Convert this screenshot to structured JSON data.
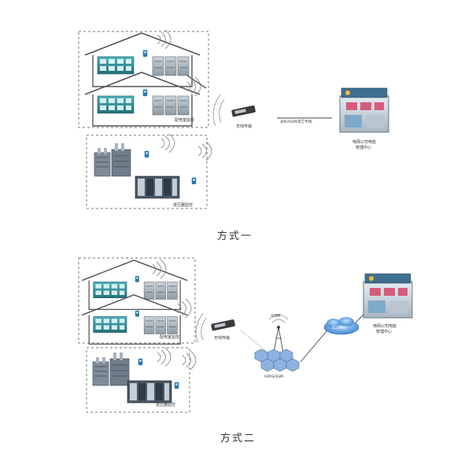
{
  "diagram_1": {
    "caption": "方式一",
    "distribution_room_label": "配电室监控",
    "substation_label": "变压器监控",
    "gateway_label": "无线传输",
    "link_label": "光纤/GSM/其它专线",
    "center_label_line1": "电网公司电能",
    "center_label_line2": "管理中心"
  },
  "diagram_2": {
    "caption": "方式二",
    "distribution_room_label": "配电室监控",
    "substation_label": "变压器监控",
    "gateway_label": "无线传输",
    "tower_label": "GSM",
    "network_label": "GPRS/GSM",
    "cloud_label": "INTERNET",
    "center_label_line1": "电网公司电能",
    "center_label_line2": "管理中心"
  },
  "colors": {
    "roof": "#6b6b6b",
    "panel_teal": "#2f8f9a",
    "panel_gray": "#9aa4ad",
    "dashed_border": "#777777",
    "building_roof": "#4a6f8a",
    "cloud": "#5a9bd8",
    "hex": "#8fb3e0",
    "wave": "#888888"
  }
}
